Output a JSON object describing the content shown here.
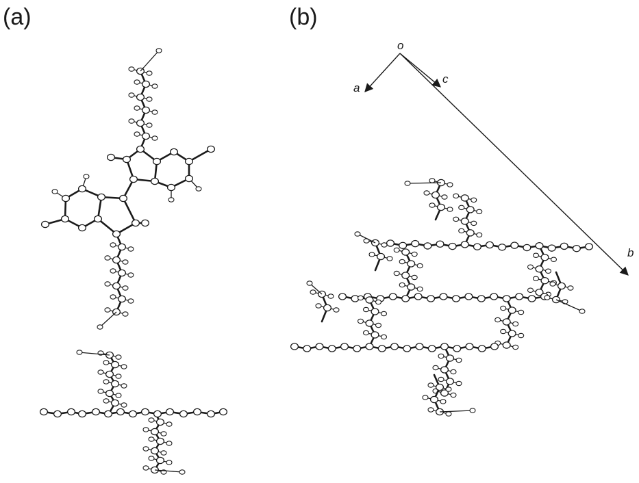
{
  "figure": {
    "panels": [
      {
        "id": "a",
        "label": "(a)"
      },
      {
        "id": "b",
        "label": "(b)"
      }
    ],
    "axes": {
      "origin": "o",
      "a": "a",
      "b": "b",
      "c": "c"
    },
    "colors": {
      "oxygen": "#e03a4a",
      "nitrogen": "#6a78c8",
      "bond": "#1a1a1a",
      "carbon": "#ffffff"
    }
  }
}
